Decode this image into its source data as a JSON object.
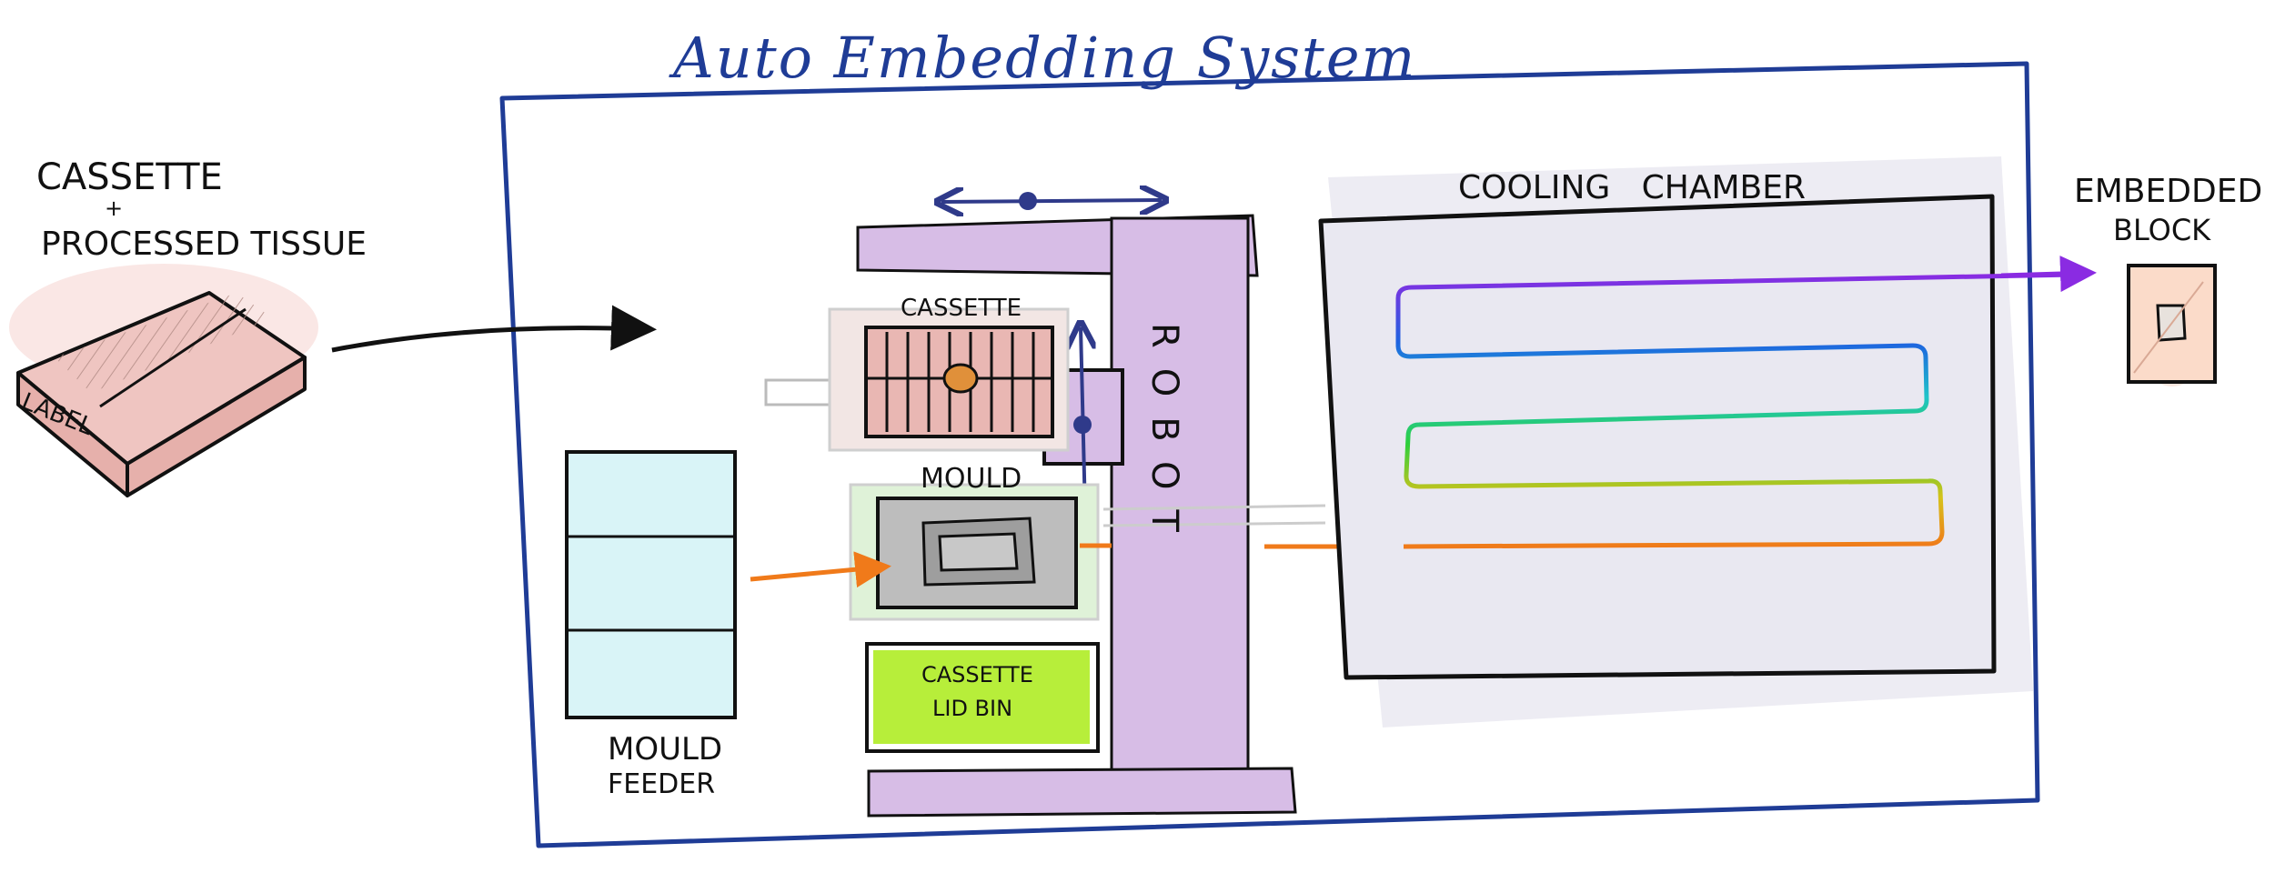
{
  "title": "Auto Embedding System",
  "input": {
    "line1": "CASSETTE",
    "plus": "+",
    "line2": "PROCESSED TISSUE",
    "cassette_label": "LABEL"
  },
  "output": {
    "line1": "EMBEDDED",
    "line2": "BLOCK"
  },
  "components": {
    "cassette_station": "CASSETTE",
    "mould_station": "MOULD",
    "lid_bin_line1": "CASSETTE",
    "lid_bin_line2": "LID BIN",
    "robot": "ROBOT",
    "feeder_line1": "MOULD",
    "feeder_line2": "FEEDER",
    "cooling_chamber": "COOLING   CHAMBER"
  },
  "colors": {
    "title": "#1f3c96",
    "frame": "#1f3c96",
    "robot": "#d7bde6",
    "feeder": "#d9f4f7",
    "lid_bin": "#b7ee3a",
    "cassette_tissue": "#e9b7b3",
    "mould": "#bdbdbd",
    "flow_orange": "#f07a1a",
    "flow_violet": "#8a2be2",
    "axis_arrows": "#2f3a8a"
  }
}
